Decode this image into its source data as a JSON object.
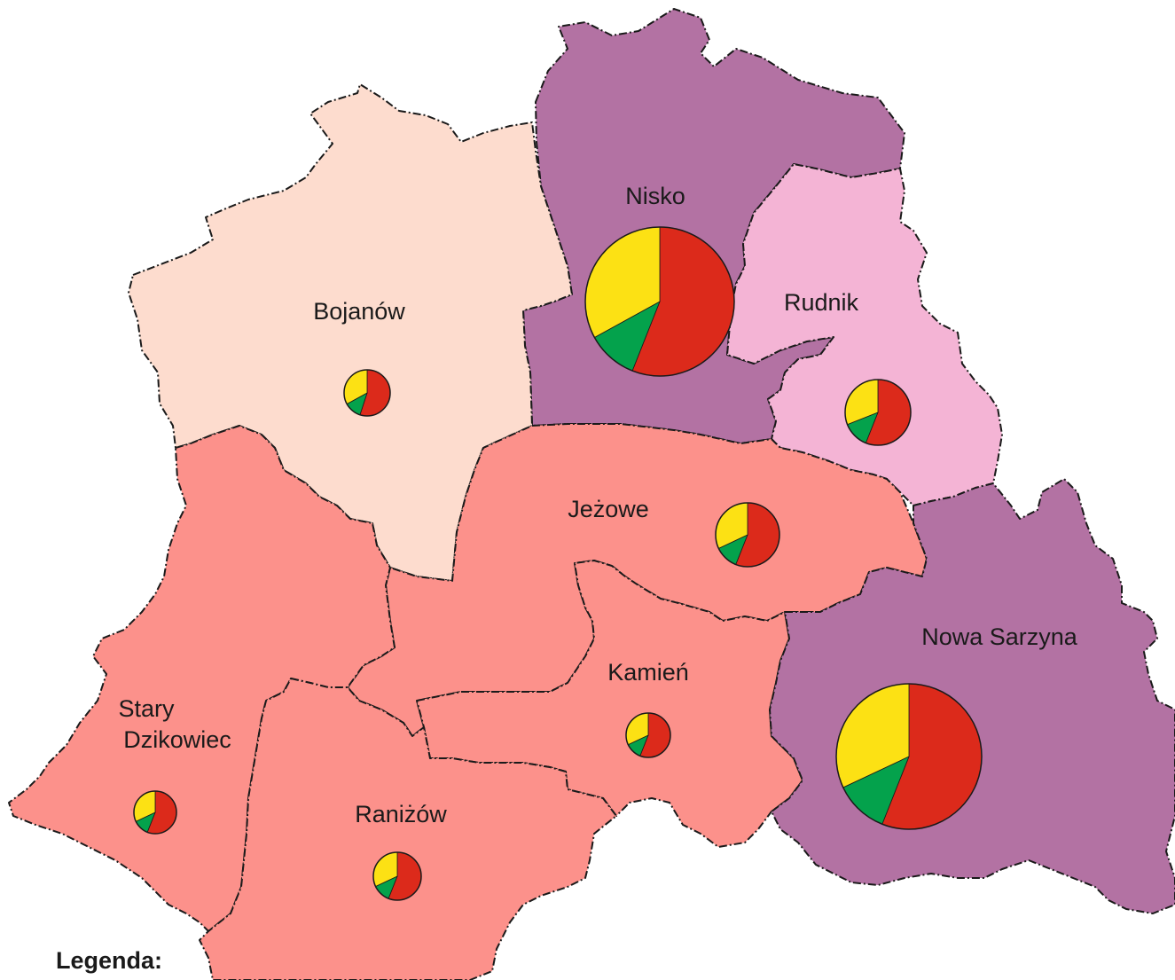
{
  "legend": {
    "title": "Legenda:"
  },
  "colors": {
    "red": "#DC2A1B",
    "green": "#04A24C",
    "yellow": "#FCE114",
    "purple": "#B372A3",
    "pink": "#F4B4D5",
    "salmon": "#FC918B",
    "peach": "#FDDCCE"
  },
  "regions": [
    {
      "id": "bojanow",
      "label": "Bojanów",
      "fill": "#FDDCCE"
    },
    {
      "id": "nisko",
      "label": "Nisko",
      "fill": "#B372A3"
    },
    {
      "id": "rudnik",
      "label": "Rudnik",
      "fill": "#F4B4D5"
    },
    {
      "id": "jezowe",
      "label": "Jeżowe",
      "fill": "#FC918B"
    },
    {
      "id": "nowa-sarzyna",
      "label": "Nowa Sarzyna",
      "fill": "#B372A3"
    },
    {
      "id": "kamien",
      "label": "Kamień",
      "fill": "#FC918B"
    },
    {
      "id": "stary-dzikowiec",
      "label": "Stary Dzikowiec",
      "label_lines": [
        "Stary",
        "Dzikowiec"
      ],
      "fill": "#FC918B"
    },
    {
      "id": "ranizow",
      "label": "Raniżów",
      "fill": "#FC918B"
    }
  ],
  "pies": [
    {
      "region": "bojanow",
      "shares": [
        0.55,
        0.12,
        0.33
      ]
    },
    {
      "region": "nisko",
      "shares": [
        0.56,
        0.11,
        0.33
      ]
    },
    {
      "region": "rudnik",
      "shares": [
        0.56,
        0.13,
        0.31
      ]
    },
    {
      "region": "jezowe",
      "shares": [
        0.56,
        0.12,
        0.32
      ]
    },
    {
      "region": "nowa-sarzyna",
      "shares": [
        0.56,
        0.12,
        0.32
      ]
    },
    {
      "region": "kamien",
      "shares": [
        0.56,
        0.12,
        0.32
      ]
    },
    {
      "region": "stary-dzikowiec",
      "shares": [
        0.56,
        0.12,
        0.32
      ]
    },
    {
      "region": "ranizow",
      "shares": [
        0.56,
        0.12,
        0.32
      ]
    }
  ],
  "pie_series_colors": [
    "#DC2A1B",
    "#04A24C",
    "#FCE114"
  ]
}
